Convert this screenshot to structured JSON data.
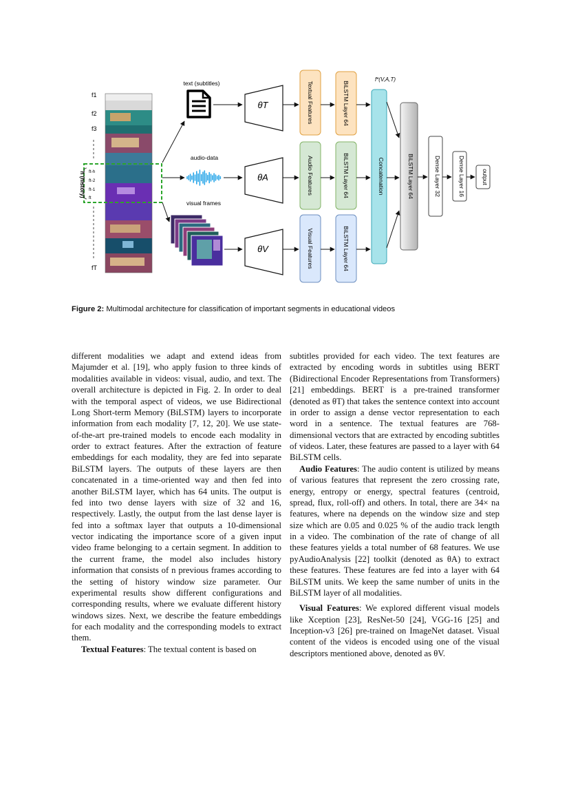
{
  "figure": {
    "frame_labels": [
      "f1",
      "f2",
      "f3",
      "fT"
    ],
    "history_label": "h (history)",
    "history_frames": [
      "ft-h",
      "ft-2",
      "ft-1",
      "ft"
    ],
    "modality_labels": {
      "text": "text (subtitles)",
      "audio": "audio-data",
      "visual": "visual frames"
    },
    "encoders": [
      "θT",
      "θA",
      "θV"
    ],
    "feature_boxes": [
      "Textual Features",
      "Audio Features",
      "Visual Features"
    ],
    "bilstm_boxes": [
      "BiLSTM Layer 64",
      "BiLSTM Layer 64",
      "BiLSTM Layer 64"
    ],
    "fusion_label": "f*(V,A,T)",
    "concat_label": "Concatenation",
    "bilstm_big": "BiLSTM Layer 64",
    "dense_boxes": [
      "Dense Layer 32",
      "Dense Layer 16"
    ],
    "output_label": "output",
    "colors": {
      "text_feat": "#fde3c0",
      "audio_feat": "#d5e8d4",
      "visual_feat": "#dae8fc",
      "concat": "#a7e3ea",
      "history": "#2aa52a"
    },
    "icons": [
      "document-icon",
      "waveform-icon",
      "frames-stack-icon"
    ]
  },
  "caption": {
    "label": "Figure 2:",
    "text": "Multimodal architecture for classification of important segments in educational videos"
  },
  "body": {
    "col1_p1": "different modalities we adapt and extend ideas from Majumder et al. [19], who apply fusion to three kinds of modalities available in videos: visual, audio, and text. The overall architecture is depicted in Fig. 2. In order to deal with the temporal aspect of videos, we use Bidirectional Long Short-term Memory (BiLSTM) layers to incorporate information from each modality [7, 12, 20]. We use state-of-the-art pre-trained models to encode each modality in order to extract features. After the extraction of feature embeddings for each modality, they are fed into separate BiLSTM layers. The outputs of these layers are then concatenated in a time-oriented way and then fed into another BiLSTM layer, which has 64 units. The output is fed into two dense layers with size of 32 and 16, respectively. Lastly, the output from the last dense layer is fed into a softmax layer that outputs a 10-dimensional vector indicating the importance score of a given input video frame belonging to a certain segment. In addition to the current frame, the model also includes history information that consists of n previous frames according to the setting of history window size parameter. Our experimental results show different configurations and corresponding results, where we evaluate different history windows sizes. Next, we describe the feature embeddings for each modality and the corresponding models to extract them.",
    "textual_heading": "Textual Features",
    "textual_start": ": The textual content is based on",
    "col2_p1": "subtitles provided for each video. The text features are extracted by encoding words in subtitles using BERT (Bidirectional Encoder Representations from Transformers) [21] embeddings. BERT is a pre-trained transformer (denoted as θT) that takes the sentence context into account in order to assign a dense vector representation to each word in a sentence. The textual features are 768-dimensional vectors that are extracted by encoding subtitles of videos. Later, these features are passed to a layer with 64 BiLSTM cells.",
    "audio_heading": "Audio Features",
    "audio_text": ": The audio content is utilized by means of various features that represent the zero crossing rate, energy, entropy or energy, spectral features (centroid, spread, flux, roll-off) and others. In total, there are 34× na features, where na depends on the window size and step size which are 0.05 and 0.025 % of the audio track length in a video. The combination of the rate of change of all these features yields a total number of 68 features. We use pyAudioAnalysis [22] toolkit (denoted as θA) to extract these features. These features are fed into a layer with 64 BiLSTM units. We keep the same number of units in the BiLSTM layer of all modalities.",
    "visual_heading": "Visual Features",
    "visual_text": ": We explored different visual models like Xception [23], ResNet-50 [24], VGG-16 [25] and Inception-v3 [26] pre-trained on ImageNet dataset. Visual content of the videos is encoded using one of the visual descriptors mentioned above, denoted as θV."
  }
}
